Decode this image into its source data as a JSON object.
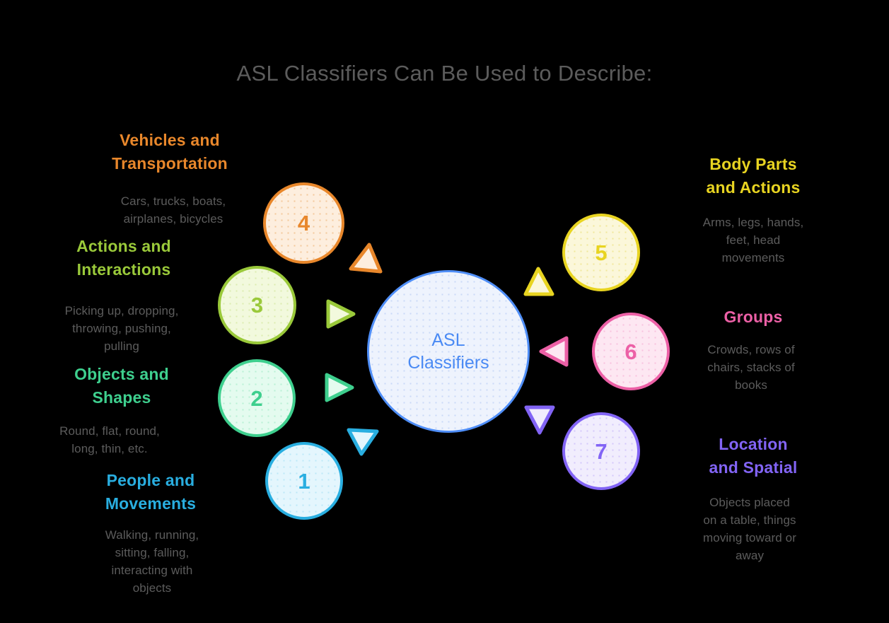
{
  "title": "ASL Classifiers Can Be Used to Describe:",
  "hub": {
    "label": "ASL\nClassifiers",
    "line1": "ASL",
    "line2": "Classifiers",
    "fill": "#eef3fd",
    "stroke": "#4f8ef7",
    "text_color": "#4a8af4"
  },
  "background": "#000000",
  "title_color": "#5c5c5c",
  "desc_color": "#5c5c5c",
  "nodes": [
    {
      "number": "1",
      "label": "People and\nMovements",
      "label_line1": "People and",
      "label_line2": "Movements",
      "desc": "Walking, running, sitting, falling, interacting with objects",
      "desc_line1": "Walking, running,",
      "desc_line2": "sitting, falling,",
      "desc_line3": "interacting with",
      "desc_line4": "objects",
      "color": "#29aee0",
      "fill": "#e4f6fd",
      "side": "left"
    },
    {
      "number": "2",
      "label": "Objects and\nShapes",
      "label_line1": "Objects and",
      "label_line2": "Shapes",
      "desc": "Round, flat, round, long, thin, etc.",
      "desc_line1": "Round, flat, round,",
      "desc_line2": "long, thin, etc.",
      "desc_line3": "",
      "desc_line4": "",
      "color": "#3ecf8e",
      "fill": "#e4fbef",
      "side": "left"
    },
    {
      "number": "3",
      "label": "Actions and\nInteractions",
      "label_line1": "Actions and",
      "label_line2": "Interactions",
      "desc": "Picking up, dropping, throwing, pushing, pulling",
      "desc_line1": "Picking up, dropping,",
      "desc_line2": "throwing, pushing,",
      "desc_line3": "pulling",
      "desc_line4": "",
      "color": "#9ac93a",
      "fill": "#f2f9dd",
      "side": "left"
    },
    {
      "number": "4",
      "label": "Vehicles and\nTransportation",
      "label_line1": "Vehicles and",
      "label_line2": "Transportation",
      "desc": "Cars, trucks, boats, airplanes, bicycles",
      "desc_line1": "Cars, trucks, boats,",
      "desc_line2": "airplanes, bicycles",
      "desc_line3": "",
      "desc_line4": "",
      "color": "#e8872b",
      "fill": "#fdeede",
      "side": "left"
    },
    {
      "number": "5",
      "label": "Body Parts\nand Actions",
      "label_line1": "Body Parts",
      "label_line2": "and Actions",
      "desc": "Arms, legs, hands, feet, head movements",
      "desc_line1": "Arms, legs, hands,",
      "desc_line2": "feet, head",
      "desc_line3": "movements",
      "desc_line4": "",
      "color": "#e8d421",
      "fill": "#fbf7da",
      "side": "right"
    },
    {
      "number": "6",
      "label": "Groups",
      "label_line1": "Groups",
      "label_line2": "",
      "desc": "Crowds, rows of chairs, stacks of books",
      "desc_line1": "Crowds, rows of",
      "desc_line2": "chairs, stacks of",
      "desc_line3": "books",
      "desc_line4": "",
      "color": "#ec60a6",
      "fill": "#fde7f2",
      "side": "right"
    },
    {
      "number": "7",
      "label": "Location\nand Spatial",
      "label_line1": "Location",
      "label_line2": "and Spatial",
      "desc": "Objects placed on a table, things moving toward or away",
      "desc_line1": "Objects placed",
      "desc_line2": "on a table, things",
      "desc_line3": "moving toward or",
      "desc_line4": "away",
      "color": "#8264f5",
      "fill": "#f1edfd",
      "side": "right"
    }
  ]
}
